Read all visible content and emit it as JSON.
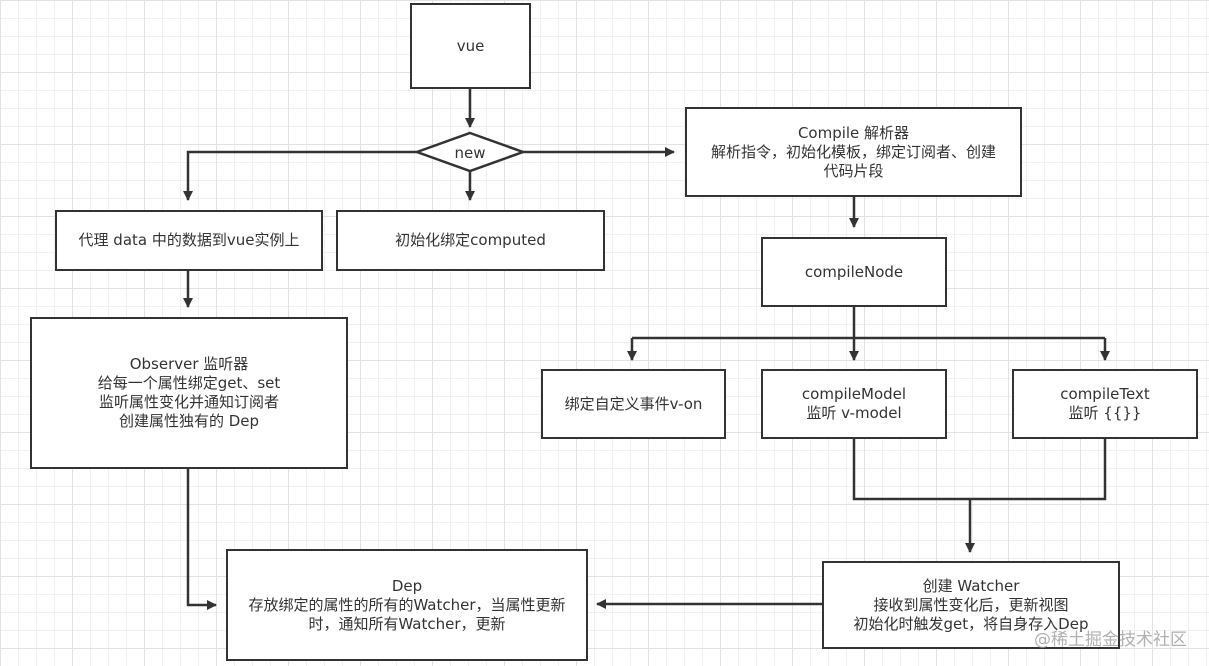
{
  "diagram": {
    "type": "flowchart",
    "nodes": {
      "vue": {
        "lines": [
          "vue"
        ]
      },
      "new": {
        "lines": [
          "new"
        ],
        "shape": "diamond"
      },
      "compile": {
        "lines": [
          "Compile 解析器",
          "解析指令，初始化模板，绑定订阅者、创建",
          "代码片段"
        ]
      },
      "proxy": {
        "lines": [
          "代理 data 中的数据到vue实例上"
        ]
      },
      "computed": {
        "lines": [
          "初始化绑定computed"
        ]
      },
      "compileNode": {
        "lines": [
          "compileNode"
        ]
      },
      "observer": {
        "lines": [
          "Observer 监听器",
          "给每一个属性绑定get、set",
          "监听属性变化并通知订阅者",
          "创建属性独有的 Dep"
        ]
      },
      "vOn": {
        "lines": [
          "绑定自定义事件v-on"
        ]
      },
      "compileModel": {
        "lines": [
          "compileModel",
          "监听 v-model"
        ]
      },
      "compileText": {
        "lines": [
          "compileText",
          "监听 {{}}"
        ]
      },
      "dep": {
        "lines": [
          "Dep",
          "存放绑定的属性的所有的Watcher，当属性更新",
          "时，通知所有Watcher，更新"
        ]
      },
      "watcher": {
        "lines": [
          "创建 Watcher",
          "接收到属性变化后，更新视图",
          "初始化时触发get，将自身存入Dep"
        ]
      }
    },
    "edges": [
      {
        "from": "vue",
        "to": "new"
      },
      {
        "from": "new",
        "to": "proxy"
      },
      {
        "from": "new",
        "to": "computed"
      },
      {
        "from": "new",
        "to": "compile"
      },
      {
        "from": "proxy",
        "to": "observer"
      },
      {
        "from": "compile",
        "to": "compileNode"
      },
      {
        "from": "compileNode",
        "to": "vOn"
      },
      {
        "from": "compileNode",
        "to": "compileModel"
      },
      {
        "from": "compileNode",
        "to": "compileText"
      },
      {
        "from": "compileModel",
        "to": "watcher"
      },
      {
        "from": "compileText",
        "to": "watcher"
      },
      {
        "from": "observer",
        "to": "dep"
      },
      {
        "from": "watcher",
        "to": "dep"
      }
    ],
    "colors": {
      "stroke": "#333333",
      "fill": "#ffffff",
      "grid": "#e2e2e2"
    }
  },
  "watermark": "@稀土掘金技术社区"
}
